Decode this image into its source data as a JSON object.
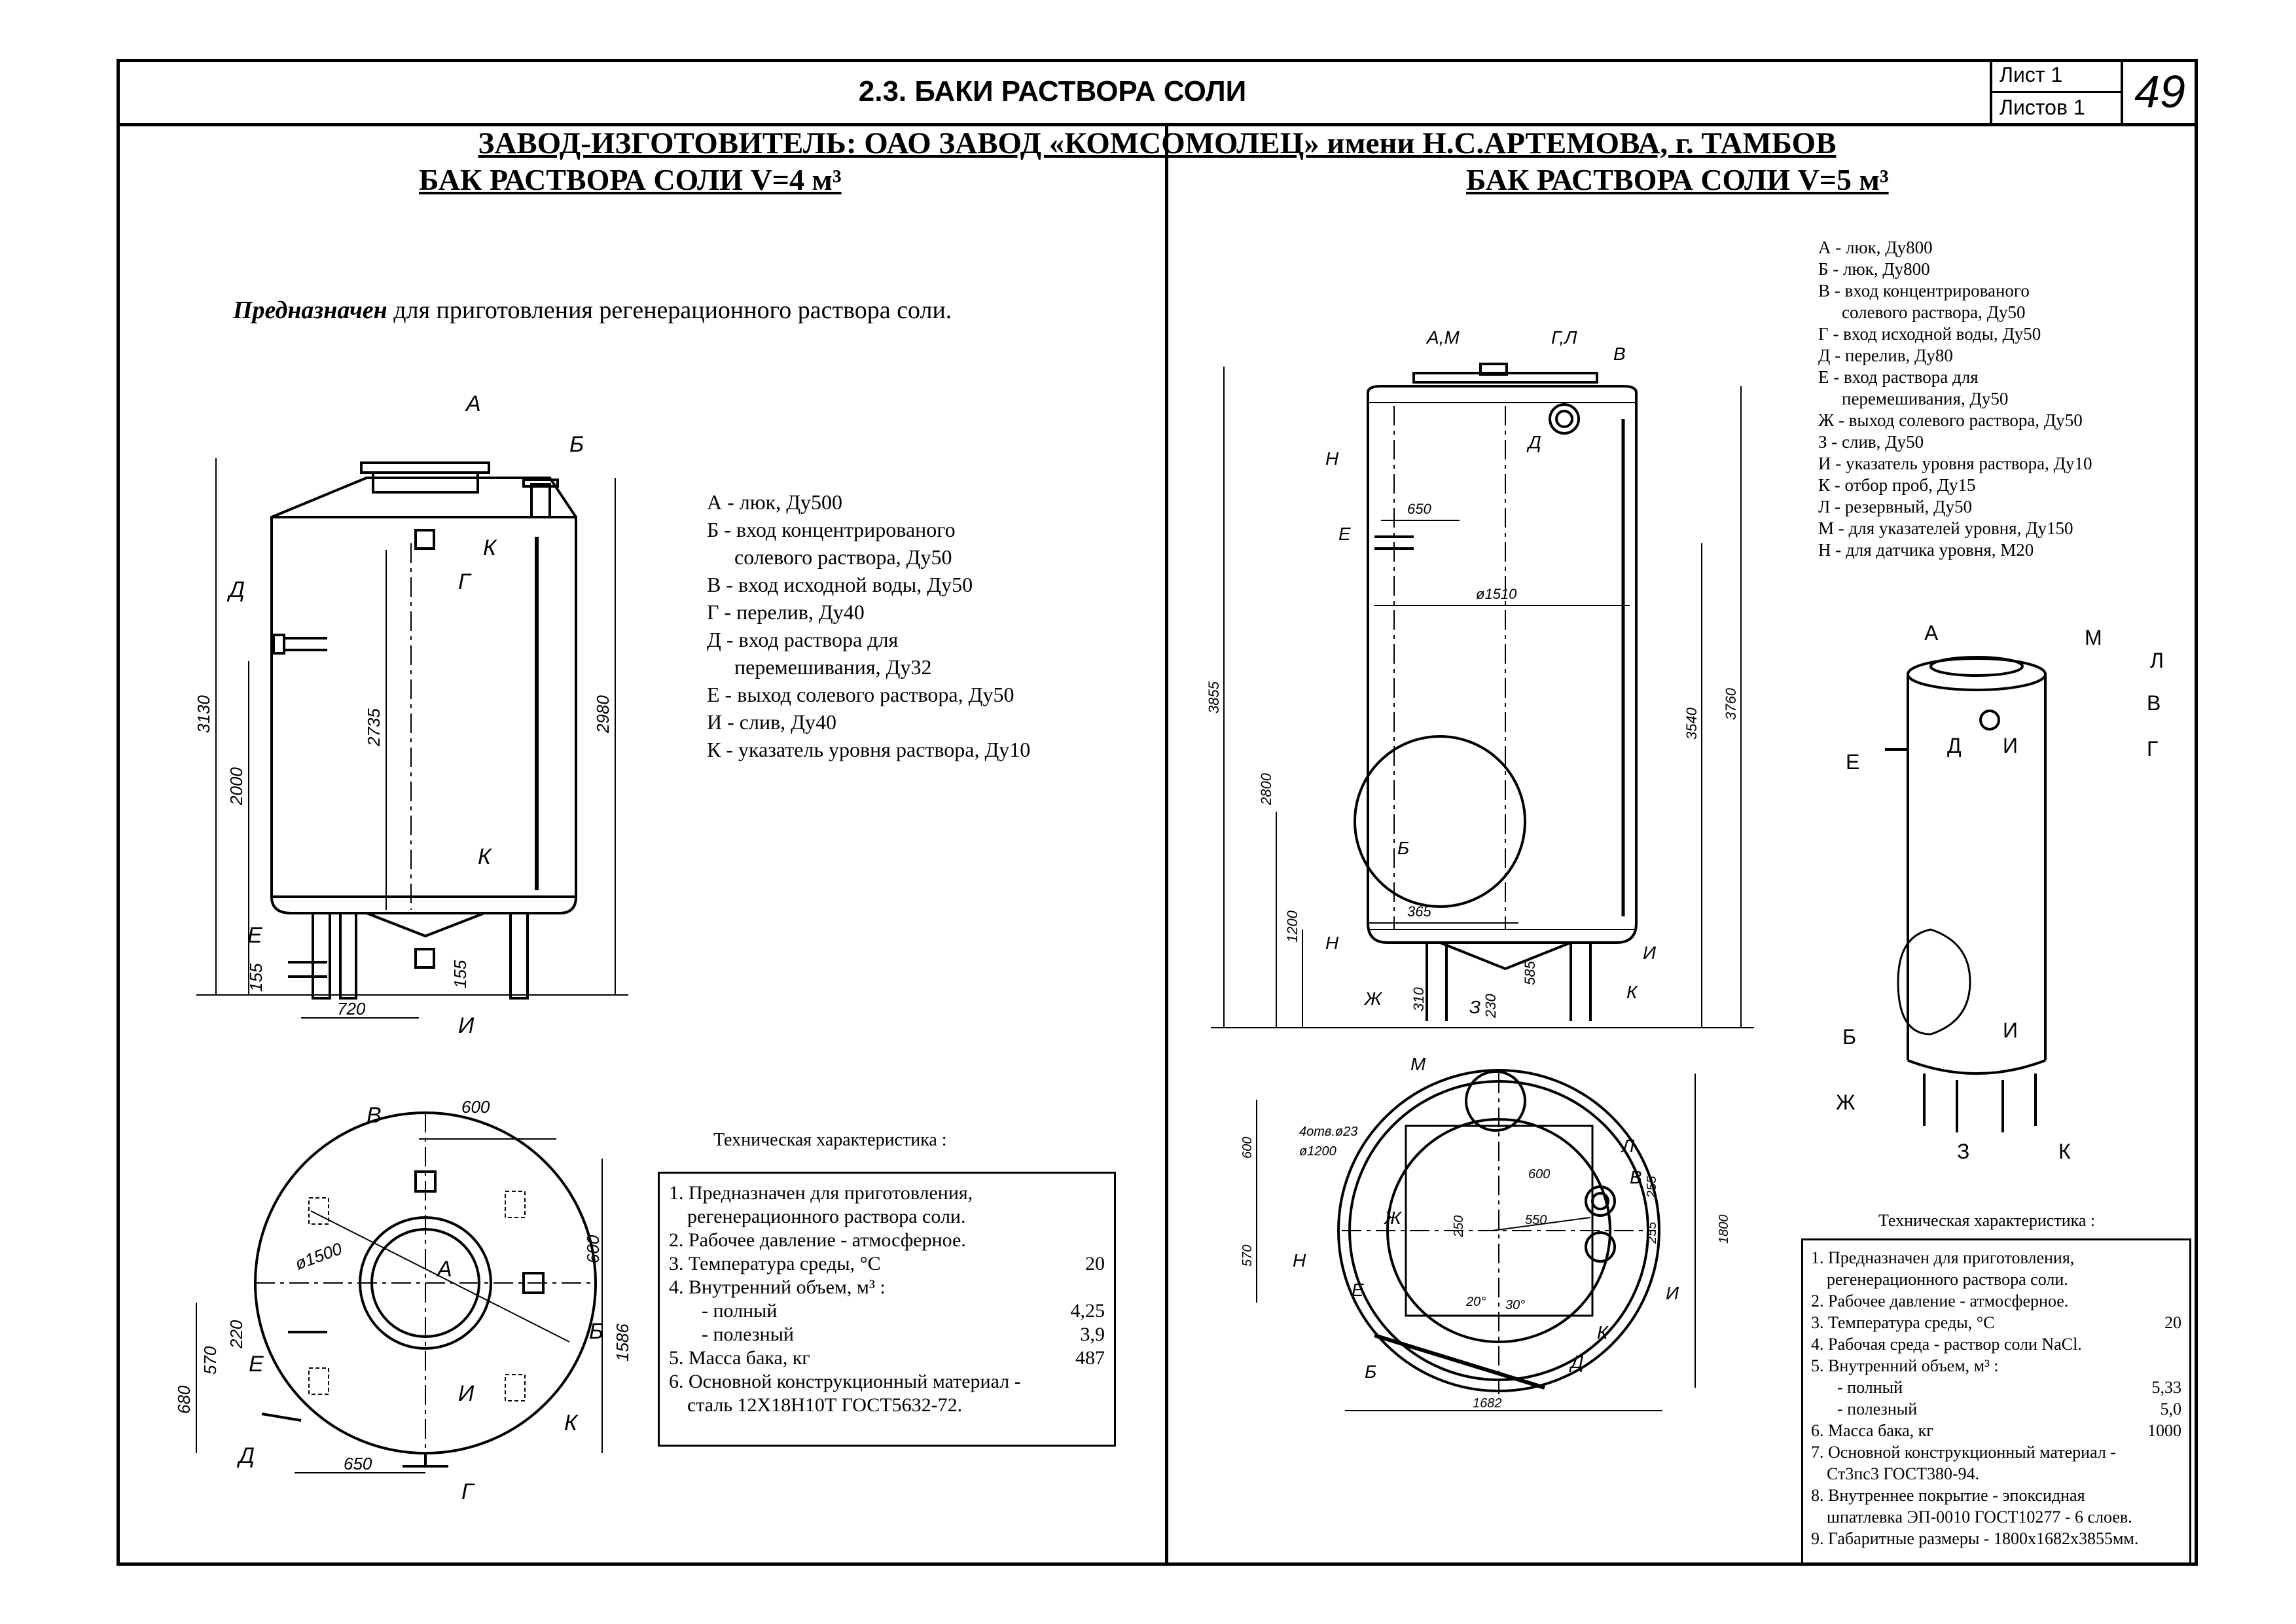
{
  "header": {
    "title": "2.3. БАКИ РАСТВОРА СОЛИ",
    "sheet_label": "Лист 1",
    "sheets_label": "Листов 1",
    "page_number": "49"
  },
  "manufacturer": "ЗАВОД-ИЗГОТОВИТЕЛЬ: ОАО ЗАВОД «КОМСОМОЛЕЦ» имени Н.С.АРТЕМОВА, г. ТАМБОВ",
  "left": {
    "heading": "БАК РАСТВОРА СОЛИ V=4 м³",
    "purpose_bold": "Предназначен",
    "purpose_text": "для приготовления регенерационного раствора соли.",
    "legend": [
      "А - люк, Ду500",
      "Б - вход концентрированого",
      "солевого раствора, Ду50",
      "В - вход исходной воды, Ду50",
      "Г - перелив, Ду40",
      "Д - вход раствора для",
      "перемешивания, Ду32",
      "Е - выход солевого раствора, Ду50",
      "И - слив, Ду40",
      "К - указатель уровня раствора, Ду10"
    ],
    "tech_title": "Техническая характеристика :",
    "tech": [
      {
        "text": "1. Предназначен для приготовления,",
        "value": ""
      },
      {
        "text": "регенерационного раствора соли.",
        "value": ""
      },
      {
        "text": "2. Рабочее давление - атмосферное.",
        "value": ""
      },
      {
        "text": "3. Температура среды, °С",
        "value": "20"
      },
      {
        "text": "4. Внутренний объем, м³ :",
        "value": ""
      },
      {
        "text": "- полный",
        "value": "4,25"
      },
      {
        "text": "- полезный",
        "value": "3,9"
      },
      {
        "text": "5. Масса бака, кг",
        "value": "487"
      },
      {
        "text": "6. Основной конструкционный материал -",
        "value": ""
      },
      {
        "text": "сталь 12Х18Н10Т ГОСТ5632-72.",
        "value": ""
      }
    ],
    "side_dims": [
      "3130",
      "2000",
      "2735",
      "2980",
      "155",
      "155",
      "720"
    ],
    "side_labels": [
      "А",
      "Б",
      "Д",
      "Г",
      "К",
      "К",
      "Е",
      "И"
    ],
    "plan_dims": [
      "600",
      "600",
      "ø1500",
      "1586",
      "680",
      "570",
      "220",
      "650"
    ],
    "plan_labels": [
      "В",
      "А",
      "Б",
      "Е",
      "И",
      "К",
      "Д",
      "Г"
    ]
  },
  "right": {
    "heading": "БАК РАСТВОРА СОЛИ V=5 м³",
    "legend": [
      "А - люк, Ду800",
      "Б - люк, Ду800",
      "В - вход концентрированого",
      "солевого раствора, Ду50",
      "Г - вход исходной воды, Ду50",
      "Д - перелив, Ду80",
      "Е - вход раствора для",
      "перемешивания, Ду50",
      "Ж - выход солевого раствора, Ду50",
      "З - слив, Ду50",
      "И - указатель уровня раствора, Ду10",
      "К - отбор проб, Ду15",
      "Л - резервный, Ду50",
      "М - для указателей уровня, Ду150",
      "Н - для датчика уровня, М20"
    ],
    "tech_title": "Техническая характеристика :",
    "tech": [
      {
        "text": "1. Предназначен для приготовления,",
        "value": ""
      },
      {
        "text": "регенерационного раствора соли.",
        "value": ""
      },
      {
        "text": "2. Рабочее давление - атмосферное.",
        "value": ""
      },
      {
        "text": "3. Температура среды, °С",
        "value": "20"
      },
      {
        "text": "4. Рабочая среда - раствор соли NaCl.",
        "value": ""
      },
      {
        "text": "5. Внутренний объем, м³ :",
        "value": ""
      },
      {
        "text": "- полный",
        "value": "5,33"
      },
      {
        "text": "- полезный",
        "value": "5,0"
      },
      {
        "text": "6. Масса бака, кг",
        "value": "1000"
      },
      {
        "text": "7. Основной конструкционный материал -",
        "value": ""
      },
      {
        "text": "Ст3пс3 ГОСТ380-94.",
        "value": ""
      },
      {
        "text": "8. Внутреннее покрытие - эпоксидная",
        "value": ""
      },
      {
        "text": "шпатлевка ЭП-0010 ГОСТ10277 - 6 слоев.",
        "value": ""
      },
      {
        "text": "9. Габаритные размеры - 1800х1682х3855мм.",
        "value": ""
      }
    ],
    "side_dims": [
      "650",
      "ø1510",
      "3855",
      "2800",
      "1200",
      "3540",
      "3760",
      "365",
      "310",
      "230",
      "585"
    ],
    "side_labels": [
      "А,М",
      "Г,Л",
      "В",
      "Д",
      "Н",
      "Е",
      "Б",
      "Н",
      "И",
      "Ж",
      "З",
      "К"
    ],
    "plan_dims": [
      "4отв.ø23",
      "ø1200",
      "600",
      "600",
      "550",
      "250",
      "570",
      "255",
      "255",
      "1800",
      "20°",
      "30°",
      "1682"
    ],
    "plan_labels": [
      "М",
      "Л",
      "В",
      "Ж",
      "Н",
      "Е",
      "И",
      "К",
      "Д",
      "Б"
    ],
    "iso_labels": [
      "А",
      "М",
      "Л",
      "В",
      "Д",
      "И",
      "Г",
      "Е",
      "Б",
      "И",
      "Ж",
      "З",
      "К"
    ]
  }
}
